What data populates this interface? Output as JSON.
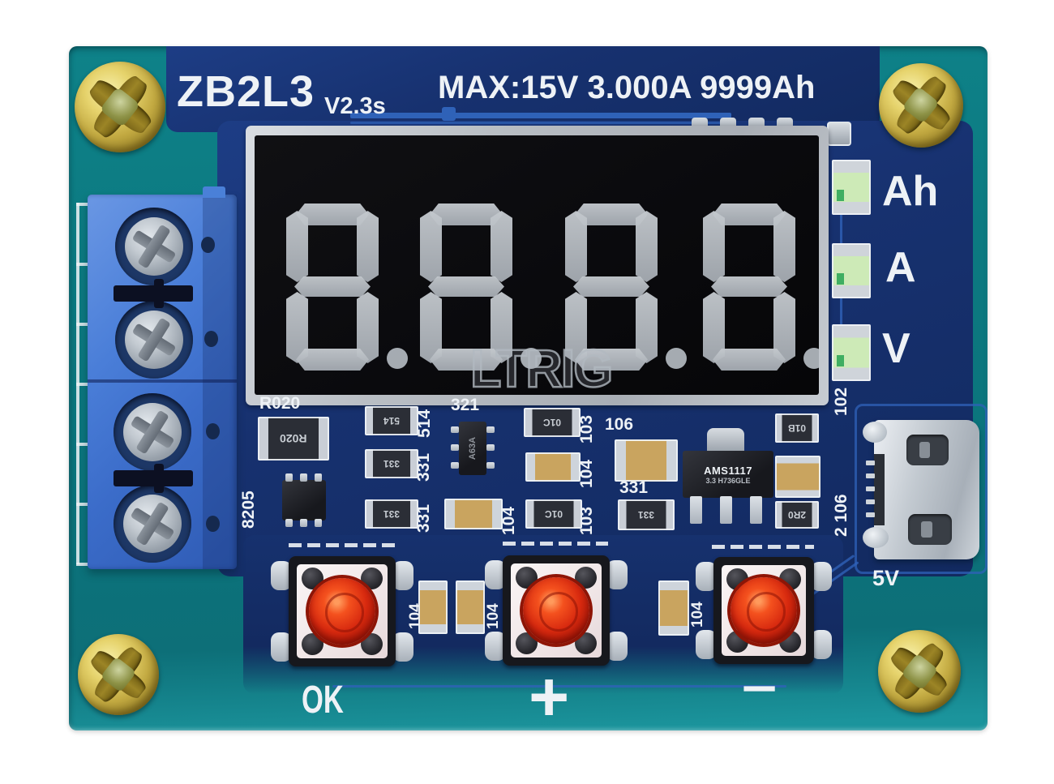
{
  "product": {
    "model": "ZB2L3",
    "version": "V2.3s",
    "ratings": "MAX:15V 3.000A 9999Ah",
    "watermark": "LTRIG"
  },
  "display": {
    "value": "8.8.8.8.",
    "digits": [
      "8",
      "8",
      "8",
      "8"
    ],
    "decimal_points": [
      true,
      true,
      true,
      true
    ],
    "state": "unlit"
  },
  "indicators": [
    {
      "label": "Ah"
    },
    {
      "label": "A"
    },
    {
      "label": "V"
    }
  ],
  "buttons": [
    {
      "label": "OK"
    },
    {
      "label": "+"
    },
    {
      "label": "-"
    }
  ],
  "usb": {
    "label": "5V"
  },
  "silkscreen": {
    "r020": "R020",
    "ic8205": "8205",
    "r514": "514",
    "r331_a": "331",
    "r331_b": "331",
    "ic321": "321",
    "c104_mid": "104",
    "col_103_top": "103",
    "col_104_mid": "104",
    "col_103_bot": "103",
    "c106": "106",
    "r331_c": "331",
    "r102": "102",
    "c2106": "2 106",
    "btn_cap_a": "104",
    "btn_cap_b": "104",
    "btn_cap_c": "104"
  },
  "chip_codes": {
    "shunt": "R020",
    "res_514": "514",
    "res_331": "331",
    "res_01c": "01C",
    "res_01b": "01B",
    "res_2r0": "2R0",
    "sot23_321": "A63A",
    "regulator_line1": "AMS1117",
    "regulator_line2": "3.3 H736GLE"
  },
  "colors": {
    "board_teal": "#0c7a81",
    "board_navy": "#17316f",
    "trace_blue": "#2f62b8",
    "silkscreen_white": "#eef2f6",
    "terminal_blue": "#4a7ed8",
    "button_red": "#d7290f",
    "led_green": "#cdeab7",
    "screw_gold": "#d6c256",
    "display_black": "#0a0a0d",
    "segment_off": "#b4bac0"
  }
}
